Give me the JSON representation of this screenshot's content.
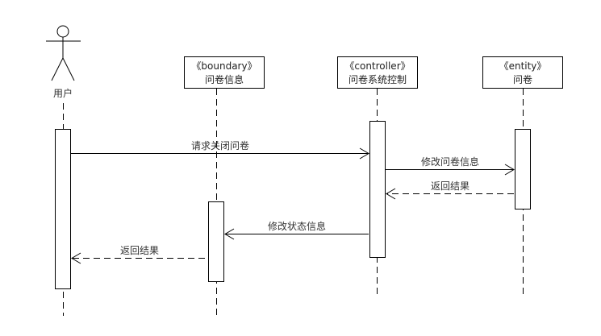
{
  "diagram": {
    "type": "sequence",
    "participants": [
      {
        "id": "user",
        "kind": "actor",
        "stereotype": "",
        "name": "用户"
      },
      {
        "id": "boundary",
        "kind": "object",
        "stereotype": "《boundary》",
        "name": "问卷信息"
      },
      {
        "id": "controller",
        "kind": "object",
        "stereotype": "《controller》",
        "name": "问卷系统控制"
      },
      {
        "id": "entity",
        "kind": "object",
        "stereotype": "《entity》",
        "name": "问卷"
      }
    ],
    "messages": [
      {
        "from": "user",
        "to": "controller",
        "label": "请求关闭问卷",
        "style": "solid"
      },
      {
        "from": "controller",
        "to": "entity",
        "label": "修改问卷信息",
        "style": "solid"
      },
      {
        "from": "entity",
        "to": "controller",
        "label": "返回结果",
        "style": "dashed"
      },
      {
        "from": "controller",
        "to": "boundary",
        "label": "修改状态信息",
        "style": "solid"
      },
      {
        "from": "boundary",
        "to": "user",
        "label": "返回结果",
        "style": "dashed"
      }
    ],
    "colors": {
      "line": "#000000",
      "text": "#333333",
      "background": "#ffffff"
    }
  }
}
